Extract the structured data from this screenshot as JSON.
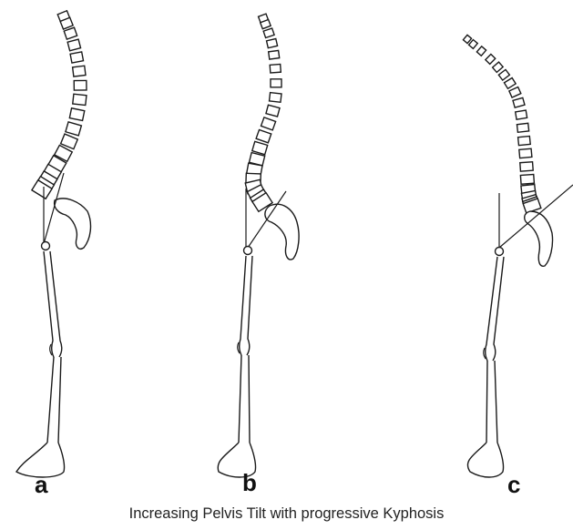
{
  "figure": {
    "panels": [
      {
        "label": "a"
      },
      {
        "label": "b"
      },
      {
        "label": "c"
      }
    ],
    "caption": "Increasing Pelvis Tilt with progressive Kyphosis",
    "stroke_color": "#1a1a1a",
    "background": "#ffffff"
  }
}
